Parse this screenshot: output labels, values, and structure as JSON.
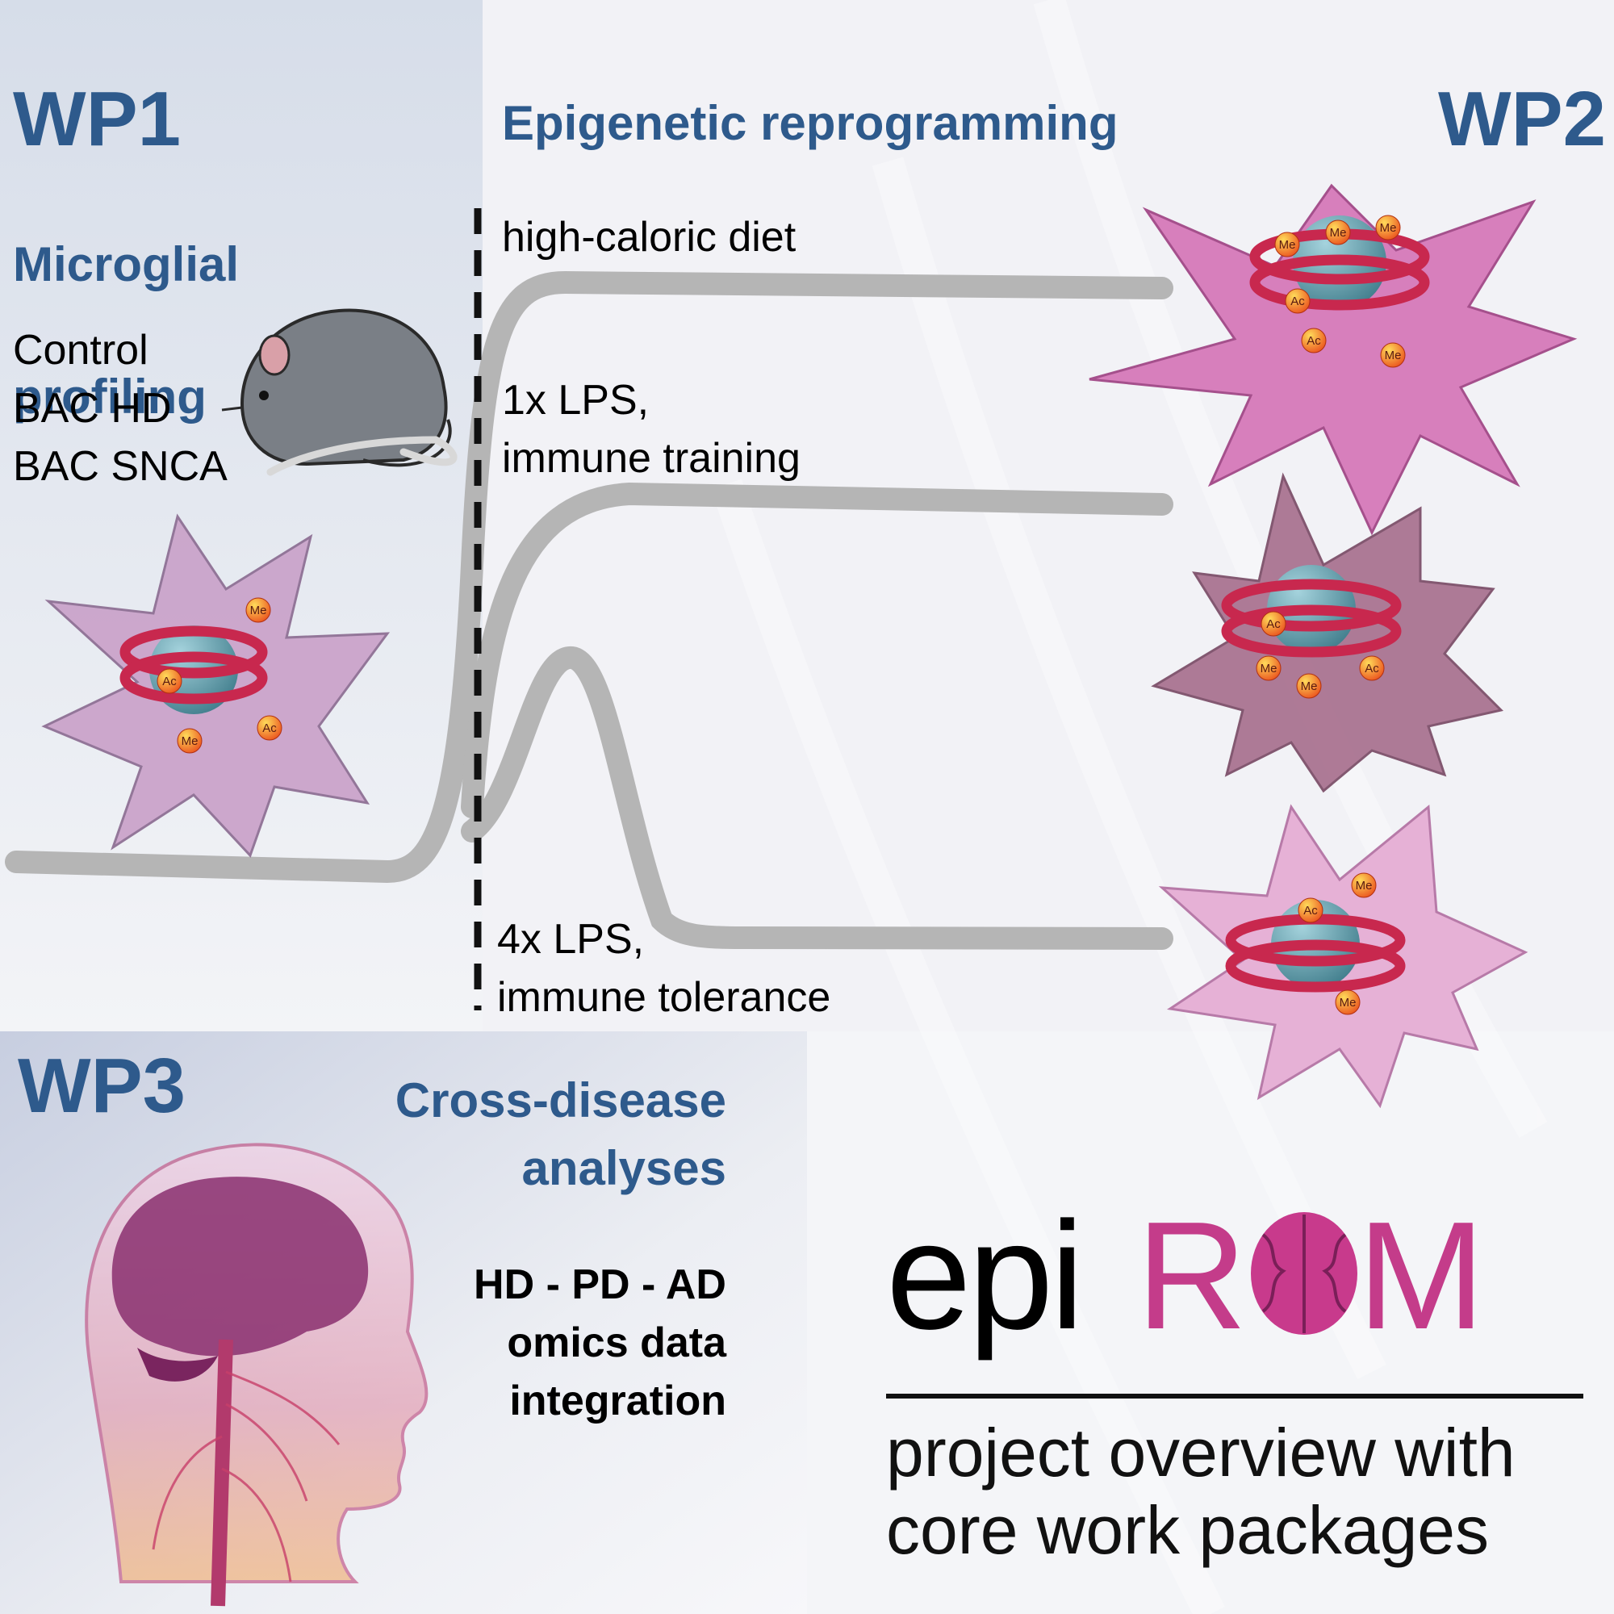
{
  "wp1": {
    "title": "WP1",
    "subtitle_lines": [
      "Microglial",
      "profiling"
    ],
    "conditions": [
      "Control",
      "BAC HD",
      "BAC SNCA"
    ]
  },
  "wp2": {
    "title": "WP2",
    "heading": "Epigenetic reprogramming",
    "conditions": {
      "diet": "high-caloric diet",
      "training": [
        "1x LPS,",
        "immune training"
      ],
      "tolerance": [
        "4x LPS,",
        "immune tolerance"
      ]
    }
  },
  "wp3": {
    "title": "WP3",
    "subtitle_lines": [
      "Cross-disease",
      "analyses"
    ],
    "data_lines": [
      "HD - PD - AD",
      "omics data",
      "integration"
    ]
  },
  "logo": {
    "prefix": "epi",
    "r": "R",
    "m": "M",
    "tagline_lines": [
      "project overview with",
      "core work packages"
    ]
  },
  "marks": {
    "me": "Me",
    "ac": "Ac"
  },
  "colors": {
    "heading_blue": "#2e5a8c",
    "curve_gray": "#b5b5b5",
    "cell_pink": "#d88cc0",
    "histone_teal": "#4f8e9c",
    "dna_red": "#c8284e",
    "logo_magenta": "#c43c8a"
  }
}
